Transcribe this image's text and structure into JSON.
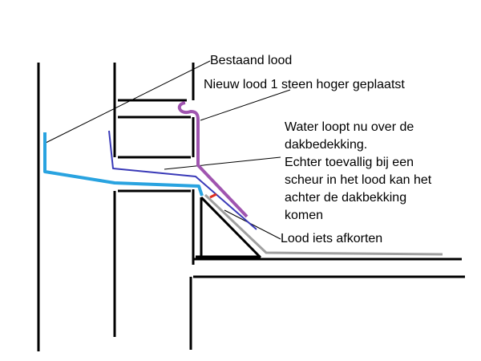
{
  "labels": {
    "existing_lead": "Bestaand lood",
    "new_lead": "Nieuw lood 1 steen hoger geplaatst",
    "water_note": [
      "Water loopt nu over de",
      "dakbedekking.",
      "Echter toevallig bij een",
      "scheur in het lood kan het",
      "achter de dakbekking",
      "komen"
    ],
    "trim_lead": "Lood iets afkorten"
  },
  "colors": {
    "structure": "#000000",
    "existing_lead": "#29a3e0",
    "new_lead": "#a055b0",
    "dark_blue_lead": "#3a3ab8",
    "roofing": "#a0a0a0",
    "crack": "#e03020"
  }
}
